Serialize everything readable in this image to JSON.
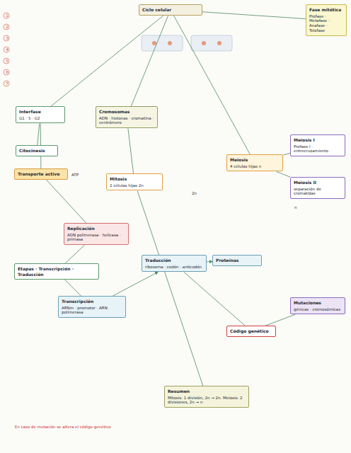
{
  "diagram": {
    "title": "Ciclo celular",
    "nodes": [
      {
        "text": [
          "Ciclo celular"
        ]
      },
      {
        "text": [
          "Fase mitótica",
          "Profase · Metafase · Anafase · Telofase"
        ]
      },
      {
        "text": [
          "Interfase",
          "G1 · S · G2"
        ]
      },
      {
        "text": [
          "Citocinesis"
        ]
      },
      {
        "text": [
          "Cromosomas",
          "ADN · histonas · cromatina · centrómero"
        ]
      },
      {
        "text": [
          "Mitosis",
          "2 células hijas 2n"
        ]
      },
      {
        "text": [
          "Meiosis",
          "4 células hijas n"
        ]
      },
      {
        "text": [
          "Meiosis I",
          "Profase I · entrecruzamiento"
        ]
      },
      {
        "text": [
          "Meiosis II",
          "separación de cromátidas"
        ]
      },
      {
        "text": [
          "Transporte activo"
        ]
      },
      {
        "text": [
          "Replicación",
          "ADN polimerasa · helicasa · primasa"
        ]
      },
      {
        "text": [
          "Etapas · Transcripción · Traducción"
        ]
      },
      {
        "text": [
          "Transcripción",
          "ARNm · promotor · ARN polimerasa"
        ]
      },
      {
        "text": [
          "Traducción",
          "ribosoma · codón · anticodón"
        ]
      },
      {
        "text": [
          "Proteínas"
        ]
      },
      {
        "text": [
          "Código genético"
        ]
      },
      {
        "text": [
          "Mutaciones",
          "génicas · cromosómicas"
        ]
      },
      {
        "text": [
          "Resumen",
          "Mitosis: 1 división, 2n → 2n. Meiosis: 2 divisiones, 2n → n"
        ]
      }
    ],
    "edges": [
      {
        "from": 0,
        "to": 2,
        "arrow": "none"
      },
      {
        "from": 0,
        "to": 4,
        "arrow": "none"
      },
      {
        "from": 0,
        "to": 6,
        "arrow": "none"
      },
      {
        "from": 0,
        "to": 1,
        "arrow": "none"
      },
      {
        "from": 2,
        "to": 3,
        "arrow": "none"
      },
      {
        "from": 4,
        "to": 5,
        "arrow": "none"
      },
      {
        "from": 6,
        "to": 7,
        "arrow": "none"
      },
      {
        "from": 6,
        "to": 8,
        "arrow": "none"
      },
      {
        "from": 2,
        "to": 9,
        "arrow": "none"
      },
      {
        "from": 9,
        "to": 10,
        "arrow": "none"
      },
      {
        "from": 10,
        "to": 11,
        "arrow": "none"
      },
      {
        "from": 11,
        "to": 12,
        "arrow": "none"
      },
      {
        "from": 12,
        "to": 13,
        "arrow": "to"
      },
      {
        "from": 13,
        "to": 14,
        "arrow": "to"
      },
      {
        "from": 13,
        "to": 15,
        "arrow": "none"
      },
      {
        "from": 15,
        "to": 16,
        "arrow": "none"
      },
      {
        "from": 5,
        "to": 17,
        "arrow": "none"
      }
    ],
    "labels": [
      "1",
      "2",
      "3",
      "4",
      "5",
      "6",
      "7",
      "2n",
      "n",
      "ATP",
      "En caso de mutación se altera el código genético"
    ]
  }
}
